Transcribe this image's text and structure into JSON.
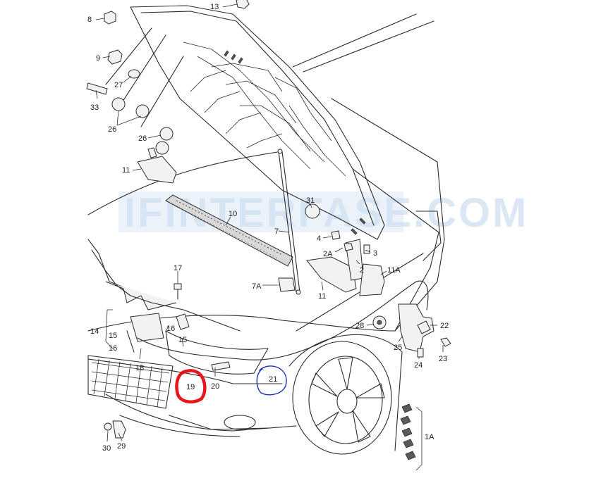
{
  "watermark": "IFINTERFASE.COM",
  "colors": {
    "line": "#2b2b2b",
    "marker_red": "#e8161b",
    "marker_blue": "#1a2fb8",
    "watermark": "#cfe0f1"
  },
  "labels": {
    "l8": "8",
    "l13": "13",
    "l9": "9",
    "l27": "27",
    "l33": "33",
    "l26a": "26",
    "l26b": "26",
    "l11a": "11",
    "l10": "10",
    "l31": "31",
    "l7": "7",
    "l4": "4",
    "l3": "3",
    "l2a": "2A",
    "l2": "2",
    "l11b": "11A",
    "l17": "17",
    "l7a": "7A",
    "l11c": "11",
    "l22": "22",
    "l28": "28",
    "l25": "25",
    "l23": "23",
    "l24": "24",
    "l14": "14",
    "l15a": "15",
    "l16a": "16",
    "l15b": "15",
    "l16b": "16",
    "l18": "18",
    "l20": "20",
    "l19": "19",
    "l21": "21",
    "l30": "30",
    "l29": "29",
    "l1a": "1A"
  }
}
